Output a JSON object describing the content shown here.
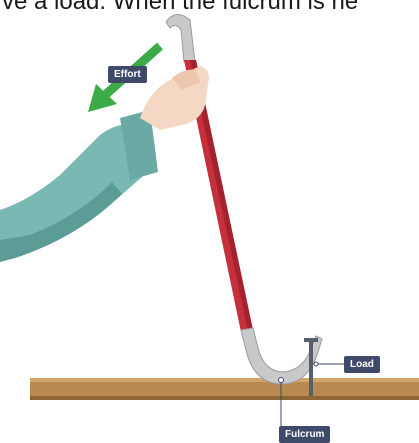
{
  "caption": "ve a load. When the fulcrum is ne",
  "labels": {
    "effort": "Effort",
    "load": "Load",
    "fulcrum": "Fulcrum"
  },
  "icons": [
    "effort-arrow-icon",
    "hand-icon",
    "crowbar-icon",
    "nail-icon",
    "wood-plank-icon"
  ],
  "colors": {
    "label_bg": "#3f4a6b",
    "arrow": "#3aab47",
    "sleeve": "#7ab8b3",
    "skin": "#f4d8c4",
    "bar": "#c62f3c",
    "metal": "#c9c9c9",
    "wood": "#b88a52"
  }
}
